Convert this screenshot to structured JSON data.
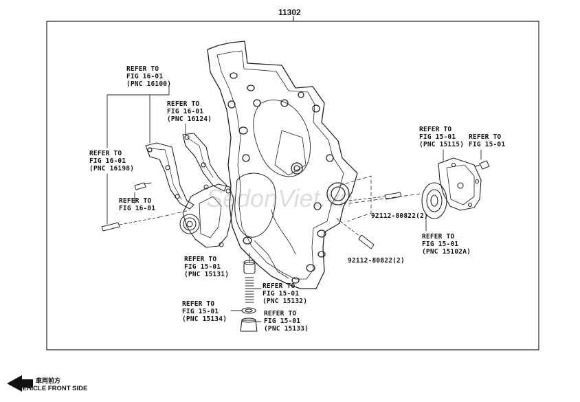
{
  "assembly_number": "11302",
  "watermark": "SedonViet.vn",
  "labels": {
    "refer_16100": "REFER TO\nFIG 16-01\n(PNC 16100)",
    "refer_16124": "REFER TO\nFIG 16-01\n(PNC 16124)",
    "refer_16198": "REFER TO\nFIG 16-01\n(PNC 16198)",
    "refer_16_01_bolt": "REFER TO\nFIG 16-01",
    "refer_15115": "REFER TO\nFIG 15-01\n(PNC 15115)",
    "refer_15_01_bolt": "REFER TO\nFIG 15-01",
    "refer_15102A": "REFER TO\nFIG 15-01\n(PNC 15102A)",
    "refer_15131": "REFER TO\nFIG 15-01\n(PNC 15131)",
    "refer_15132": "REFER TO\nFIG 15-01\n(PNC 15132)",
    "refer_15134": "REFER TO\nFIG 15-01\n(PNC 15134)",
    "refer_15133": "REFER TO\nFIG 15-01\n(PNC 15133)",
    "stud_upper": "92112-80822(2)",
    "stud_lower": "92112-80822(2)"
  },
  "direction": {
    "japanese": "車両前方",
    "english": "VEHICLE FRONT SIDE"
  }
}
